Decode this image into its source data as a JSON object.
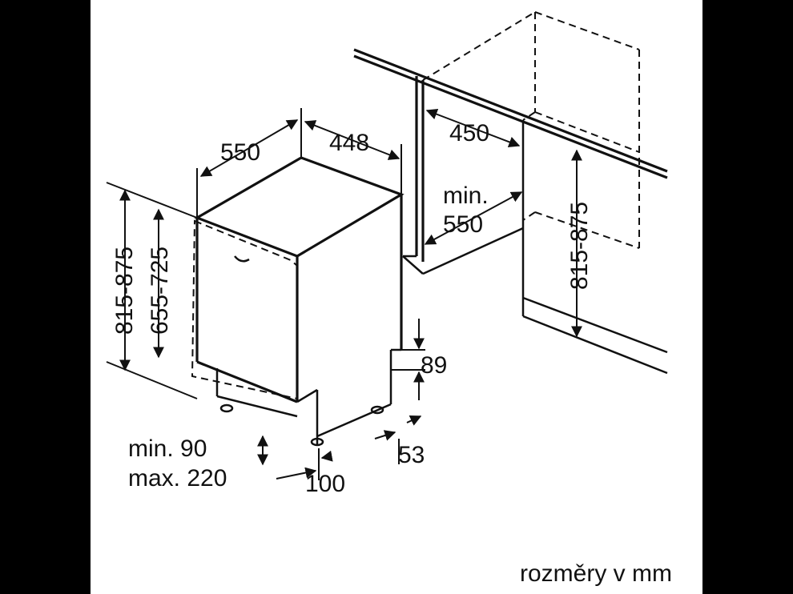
{
  "dimensions": {
    "depth_top": "550",
    "width_top": "448",
    "niche_width": "450",
    "niche_depth_min": "min.",
    "niche_depth_value": "550",
    "niche_height": "815-875",
    "unit_height": "815-875",
    "door_height": "655-725",
    "plinth_height": "89",
    "foot_depth": "53",
    "plinth_min": "min. 90",
    "plinth_max": "max. 220",
    "foot_offset": "100"
  },
  "caption": "rozměry v mm"
}
